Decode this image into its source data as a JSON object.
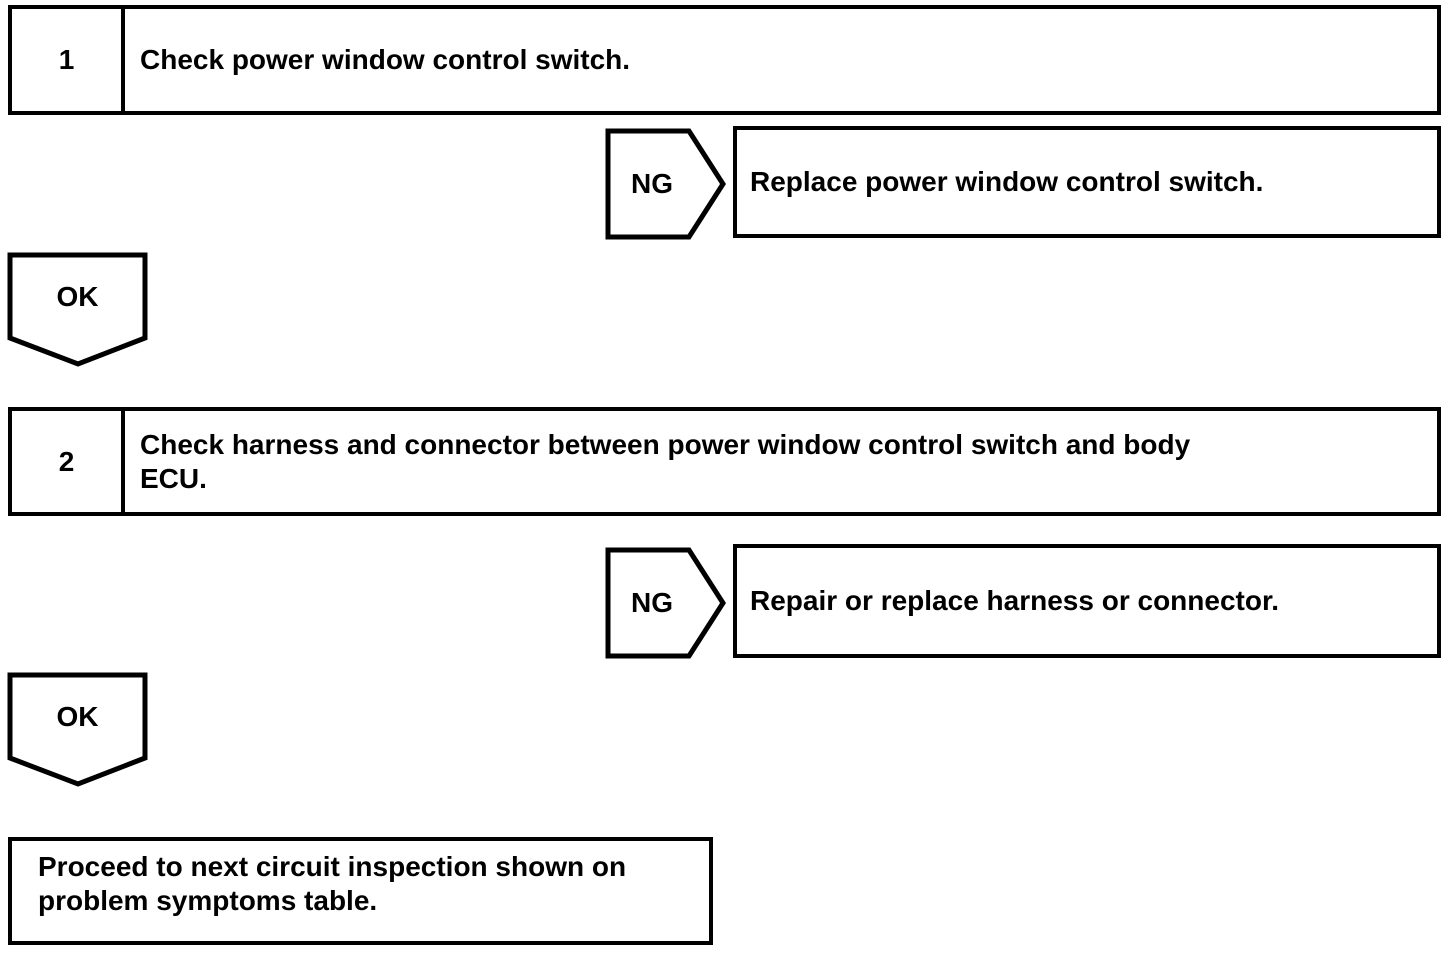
{
  "page": {
    "background": "#ffffff",
    "line_color": "#000000"
  },
  "flowchart": {
    "steps": [
      {
        "number": "1",
        "instruction_lines": [
          "Check power window control switch."
        ],
        "ng": {
          "label": "NG",
          "result": "Replace power window control switch."
        },
        "ok": {
          "label": "OK"
        }
      },
      {
        "number": "2",
        "instruction_lines": [
          "Check harness and connector between power window control switch and body",
          "ECU."
        ],
        "ng": {
          "label": "NG",
          "result": "Repair or replace harness or connector."
        },
        "ok": {
          "label": "OK"
        }
      }
    ],
    "final_lines": [
      "Proceed to next circuit inspection shown on",
      "problem symptoms table."
    ]
  }
}
